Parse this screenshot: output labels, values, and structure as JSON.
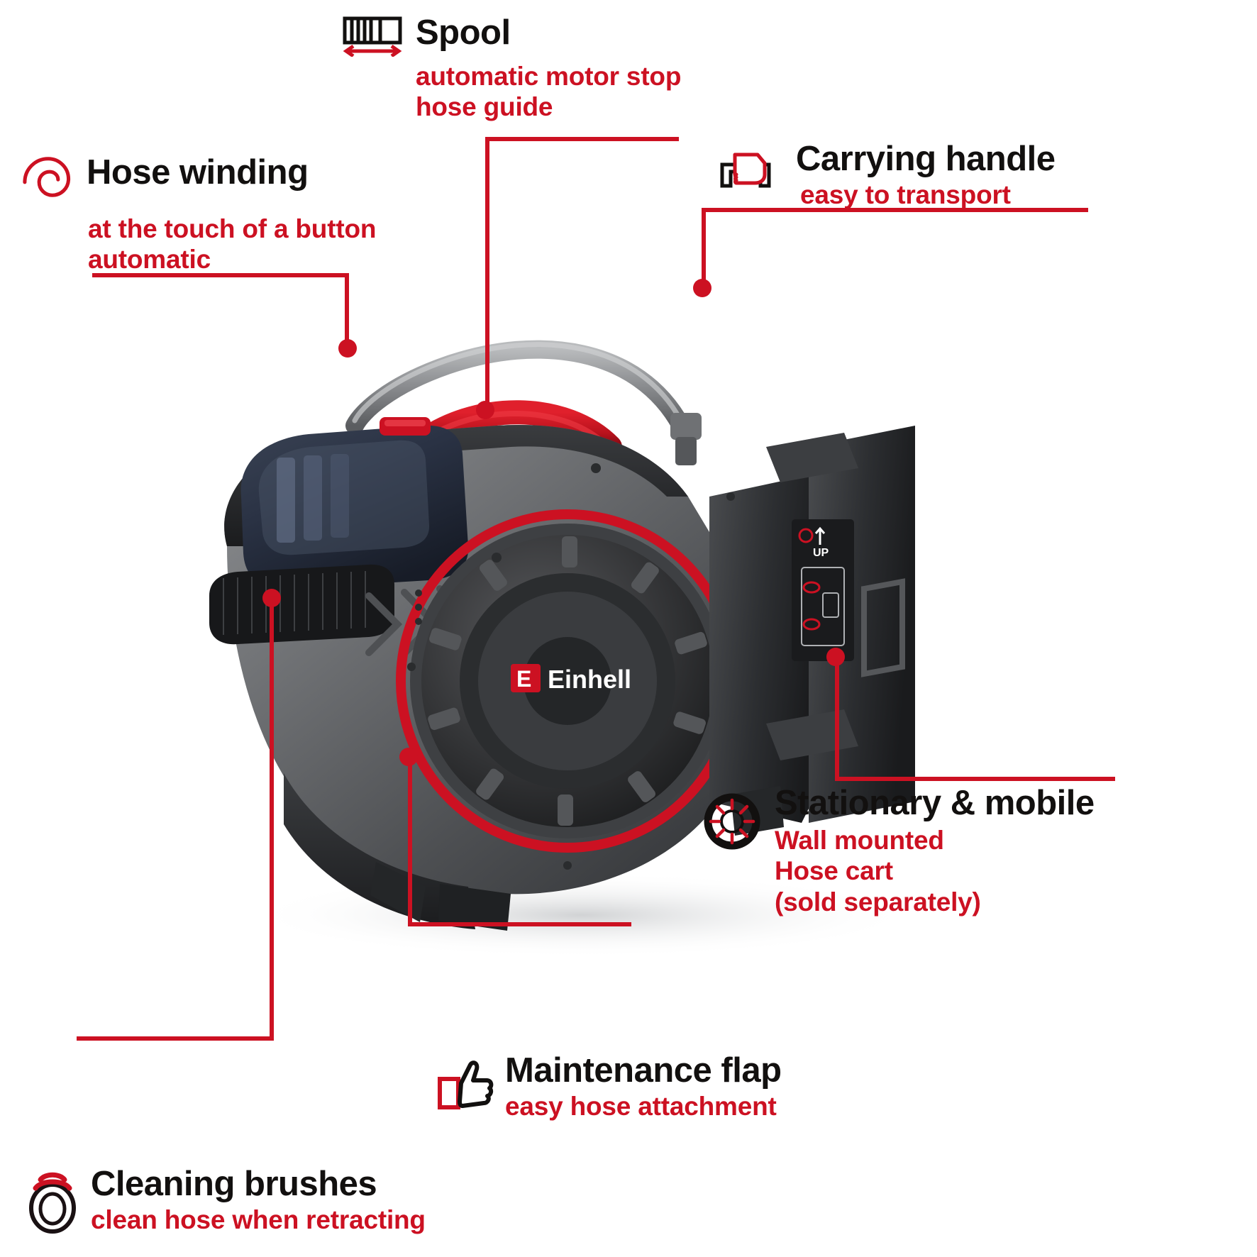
{
  "brand": "Einhell",
  "colors": {
    "accent_red": "#cc1122",
    "title_black": "#12100f",
    "body_white": "#ffffff"
  },
  "product": {
    "logo_text": "Einhell",
    "bracket_label": "UP"
  },
  "callouts": [
    {
      "id": "spool",
      "icon": "spool-icon",
      "title": "Spool",
      "sub_lines": [
        "automatic motor stop",
        "hose guide"
      ]
    },
    {
      "id": "hose-winding",
      "icon": "spiral-icon",
      "title": "Hose winding",
      "sub_lines": [
        "at the touch of a button",
        "automatic"
      ]
    },
    {
      "id": "carrying-handle",
      "icon": "hand-grip-icon",
      "title": "Carrying handle",
      "sub_lines": [
        "easy to transport"
      ]
    },
    {
      "id": "stationary-mobile",
      "icon": "wheel-icon",
      "title": "Stationary & mobile",
      "sub_lines": [
        "Wall mounted",
        "Hose cart",
        "(sold separately)"
      ]
    },
    {
      "id": "maintenance-flap",
      "icon": "thumbs-up-icon",
      "title": "Maintenance flap",
      "sub_lines": [
        "easy hose attachment"
      ]
    },
    {
      "id": "cleaning-brushes",
      "icon": "brush-ring-icon",
      "title": "Cleaning brushes",
      "sub_lines": [
        "clean hose when retracting"
      ]
    }
  ]
}
